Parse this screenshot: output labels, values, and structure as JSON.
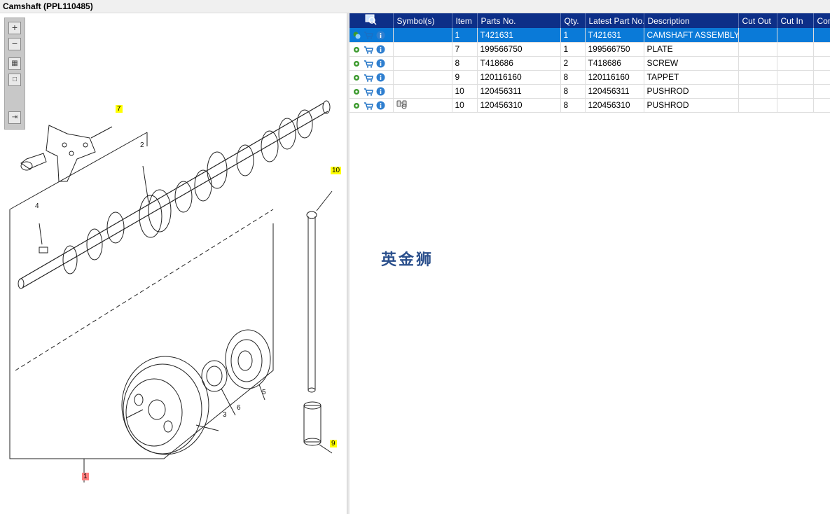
{
  "window": {
    "title": "Camshaft (PPL110485)"
  },
  "diagram": {
    "callouts": [
      {
        "label": "7",
        "style": "yellow"
      },
      {
        "label": "10",
        "style": "yellow"
      },
      {
        "label": "9",
        "style": "yellow"
      },
      {
        "label": "1",
        "style": "red"
      }
    ],
    "part_numbers": [
      "2",
      "4",
      "3",
      "6",
      "5"
    ],
    "tools": [
      "zoom-in-icon",
      "zoom-out-icon",
      "fit-all-icon",
      "fit-window-icon",
      "export-icon"
    ]
  },
  "table": {
    "columns": [
      "",
      "Symbol(s)",
      "Item",
      "Parts No.",
      "Qty.",
      "Latest Part No.",
      "Description",
      "Cut Out",
      "Cut In",
      "Comment"
    ],
    "rows": [
      {
        "item": "1",
        "parts_no": "T421631",
        "qty": "1",
        "latest": "T421631",
        "description": "CAMSHAFT ASSEMBLY",
        "selected": true,
        "symbol": ""
      },
      {
        "item": "7",
        "parts_no": "199566750",
        "qty": "1",
        "latest": "199566750",
        "description": "PLATE",
        "selected": false,
        "symbol": ""
      },
      {
        "item": "8",
        "parts_no": "T418686",
        "qty": "2",
        "latest": "T418686",
        "description": "SCREW",
        "selected": false,
        "symbol": ""
      },
      {
        "item": "9",
        "parts_no": "120116160",
        "qty": "8",
        "latest": "120116160",
        "description": "TAPPET",
        "selected": false,
        "symbol": ""
      },
      {
        "item": "10",
        "parts_no": "120456311",
        "qty": "8",
        "latest": "120456311",
        "description": "PUSHROD",
        "selected": false,
        "symbol": ""
      },
      {
        "item": "10",
        "parts_no": "120456310",
        "qty": "8",
        "latest": "120456310",
        "description": "PUSHROD",
        "selected": false,
        "symbol": "binoculars-icon"
      }
    ]
  },
  "watermark": "英金狮",
  "colors": {
    "header": "#0d2f88",
    "selected_row": "#0a7ad8",
    "callout_yellow": "#ffff00",
    "callout_red": "#ff7f7f"
  }
}
